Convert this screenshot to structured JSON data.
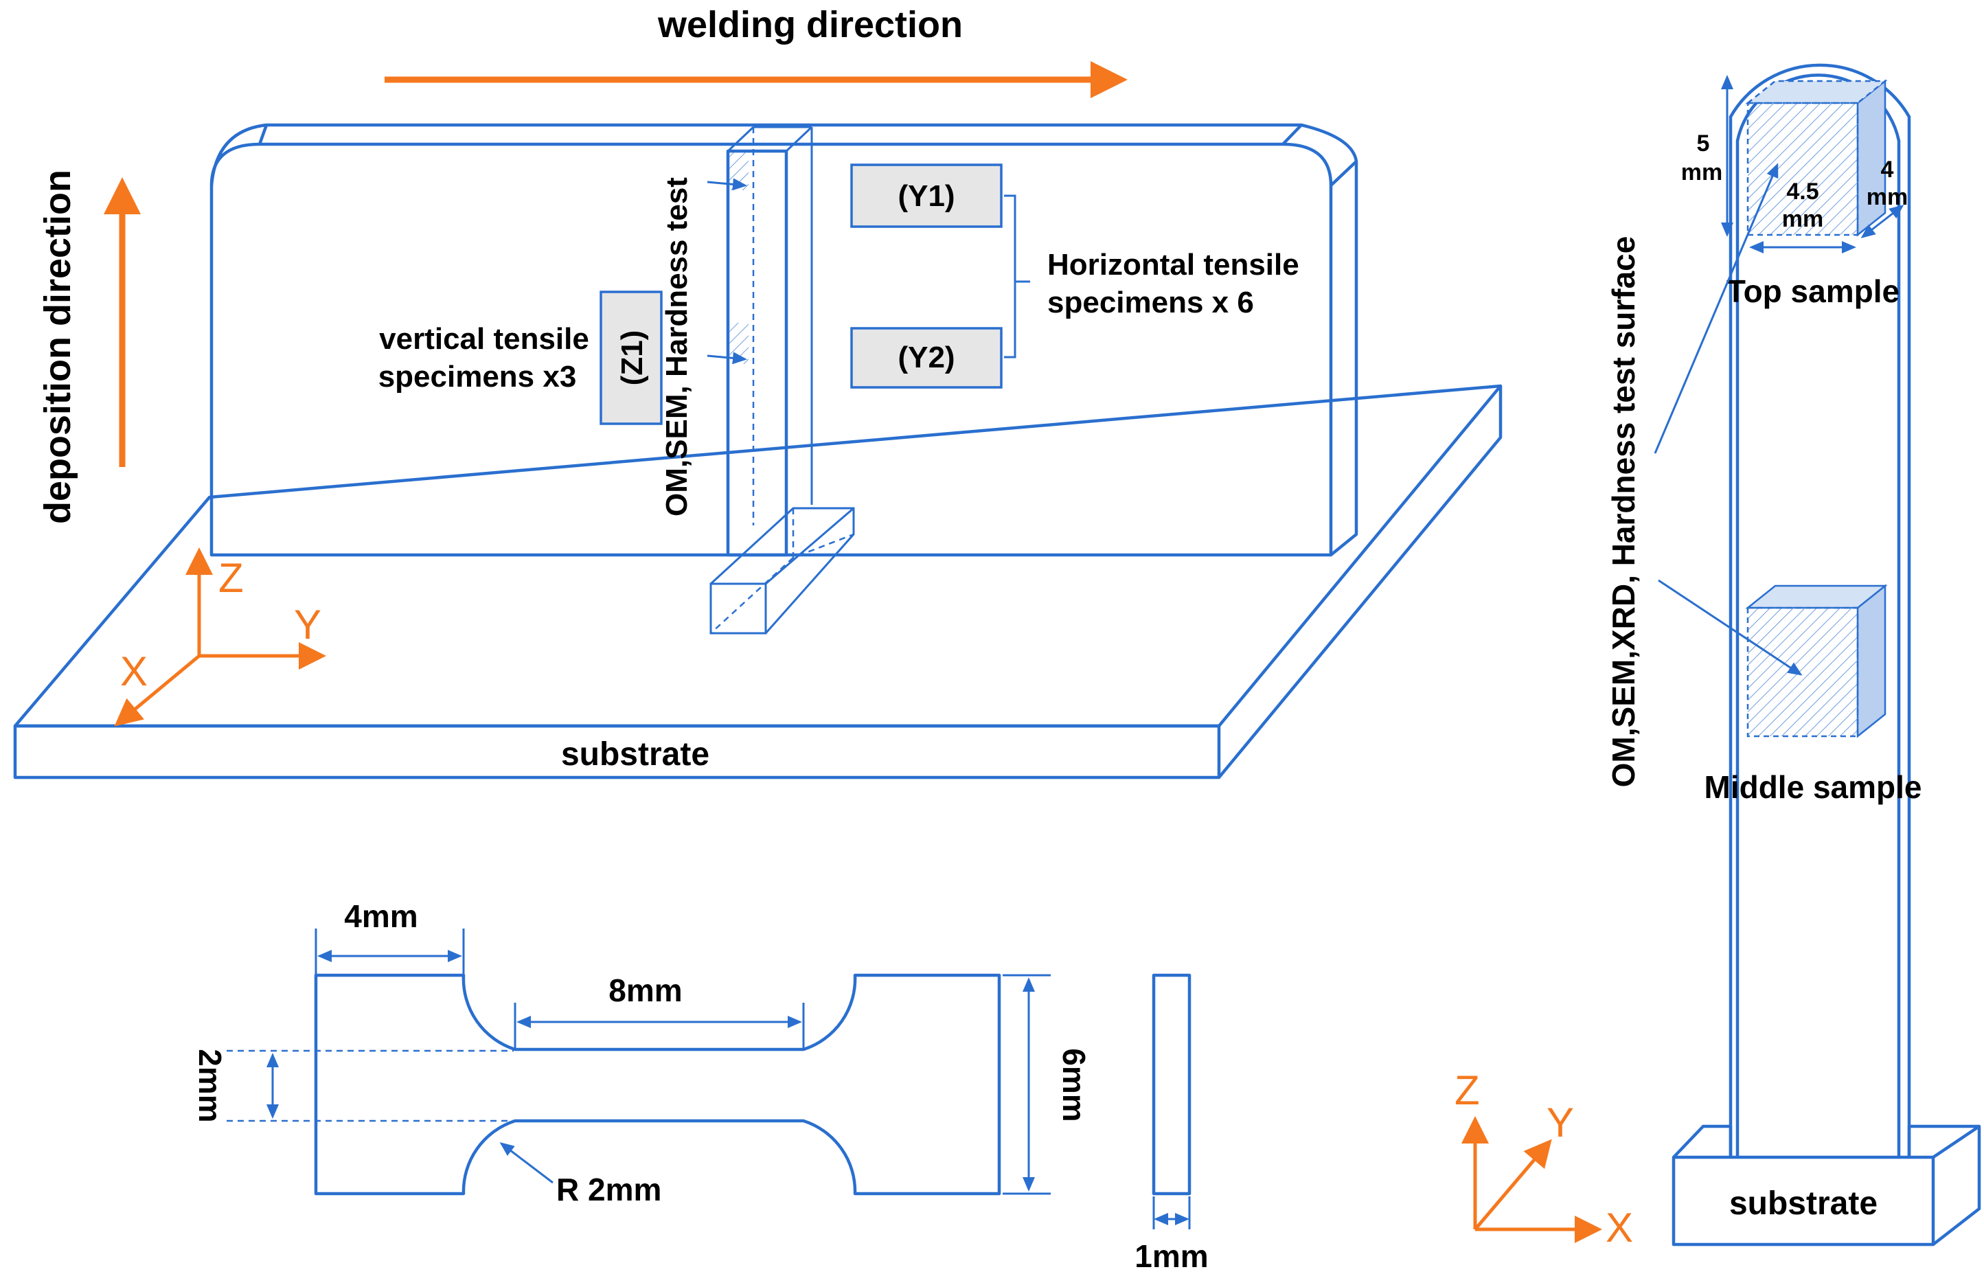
{
  "directions": {
    "welding": "welding direction",
    "deposition": "deposition direction"
  },
  "wall_view": {
    "vertical_specimens": [
      "vertical tensile",
      "specimens x3"
    ],
    "z1_box": "(Z1)",
    "slice_label": "OM,SEM, Hardness test",
    "y1_box": "(Y1)",
    "y2_box": "(Y2)",
    "horizontal_specimens": [
      "Horizontal tensile",
      "specimens x 6"
    ],
    "substrate": "substrate",
    "axes": {
      "z": "Z",
      "y": "Y",
      "x": "X"
    }
  },
  "tensile_specimen": {
    "grip_length": "4mm",
    "gauge_length": "8mm",
    "gauge_width": "2mm",
    "total_width": "6mm",
    "radius": "R 2mm",
    "thickness": "1mm"
  },
  "side_view": {
    "height_dim": [
      "5",
      "mm"
    ],
    "width_dim": [
      "4.5",
      "mm"
    ],
    "depth_dim": [
      "4",
      "mm"
    ],
    "top_sample": "Top sample",
    "middle_sample": "Middle sample",
    "surface_label": "OM,SEM,XRD, Hardness test surface",
    "substrate": "substrate",
    "axes": {
      "z": "Z",
      "y": "Y",
      "x": "X"
    }
  },
  "colors": {
    "line": "#2a6fcf",
    "arrow": "#f5781e",
    "label_box": "#e6e6e6",
    "sample_face": "#b8cff0"
  }
}
